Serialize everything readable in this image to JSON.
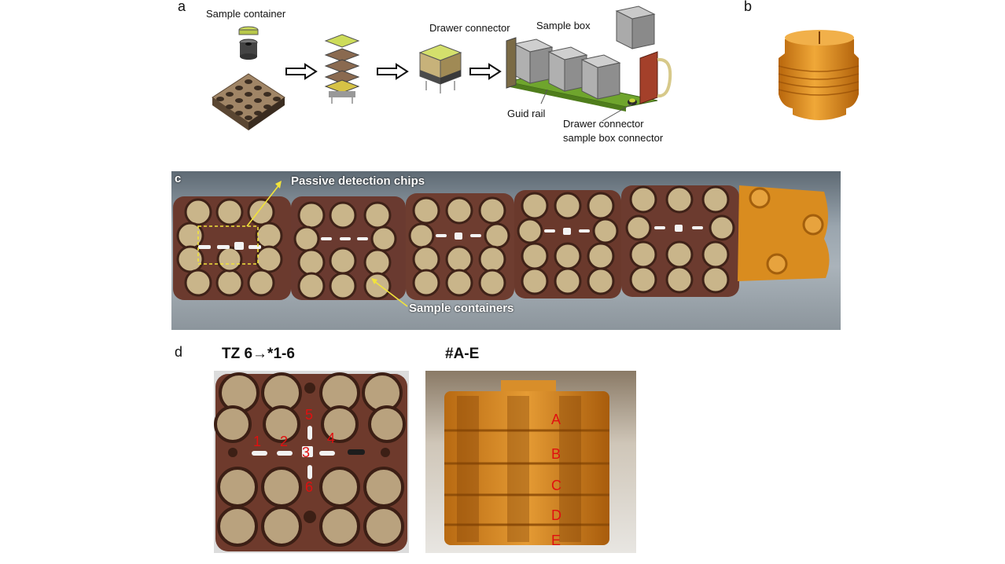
{
  "panel_a": {
    "letter": "a",
    "labels": {
      "sample_container": "Sample container",
      "drawer_connector_top": "Drawer connector",
      "sample_box": "Sample box",
      "guid_rail": "Guid rail",
      "drawer_connector_bottom_1": "Drawer connector",
      "drawer_connector_bottom_2": "sample box connector"
    }
  },
  "panel_b": {
    "letter": "b"
  },
  "panel_c": {
    "letter": "c",
    "labels": {
      "passive_chips": "Passive detection chips",
      "sample_containers": "Sample containers"
    }
  },
  "panel_d": {
    "letter": "d",
    "title_left": "TZ 6→*1-6",
    "title_right": "#A-E",
    "chip_numbers": [
      "1",
      "2",
      "3",
      "4",
      "5",
      "6"
    ],
    "layer_letters": [
      "A",
      "B",
      "C",
      "D",
      "E"
    ]
  },
  "colors": {
    "amber": "#d98c1f",
    "tray_brown": "#6b3a2e",
    "annotation_yellow": "#f1e33b",
    "label_red": "#e01010",
    "rail_green": "#6fa52d"
  }
}
